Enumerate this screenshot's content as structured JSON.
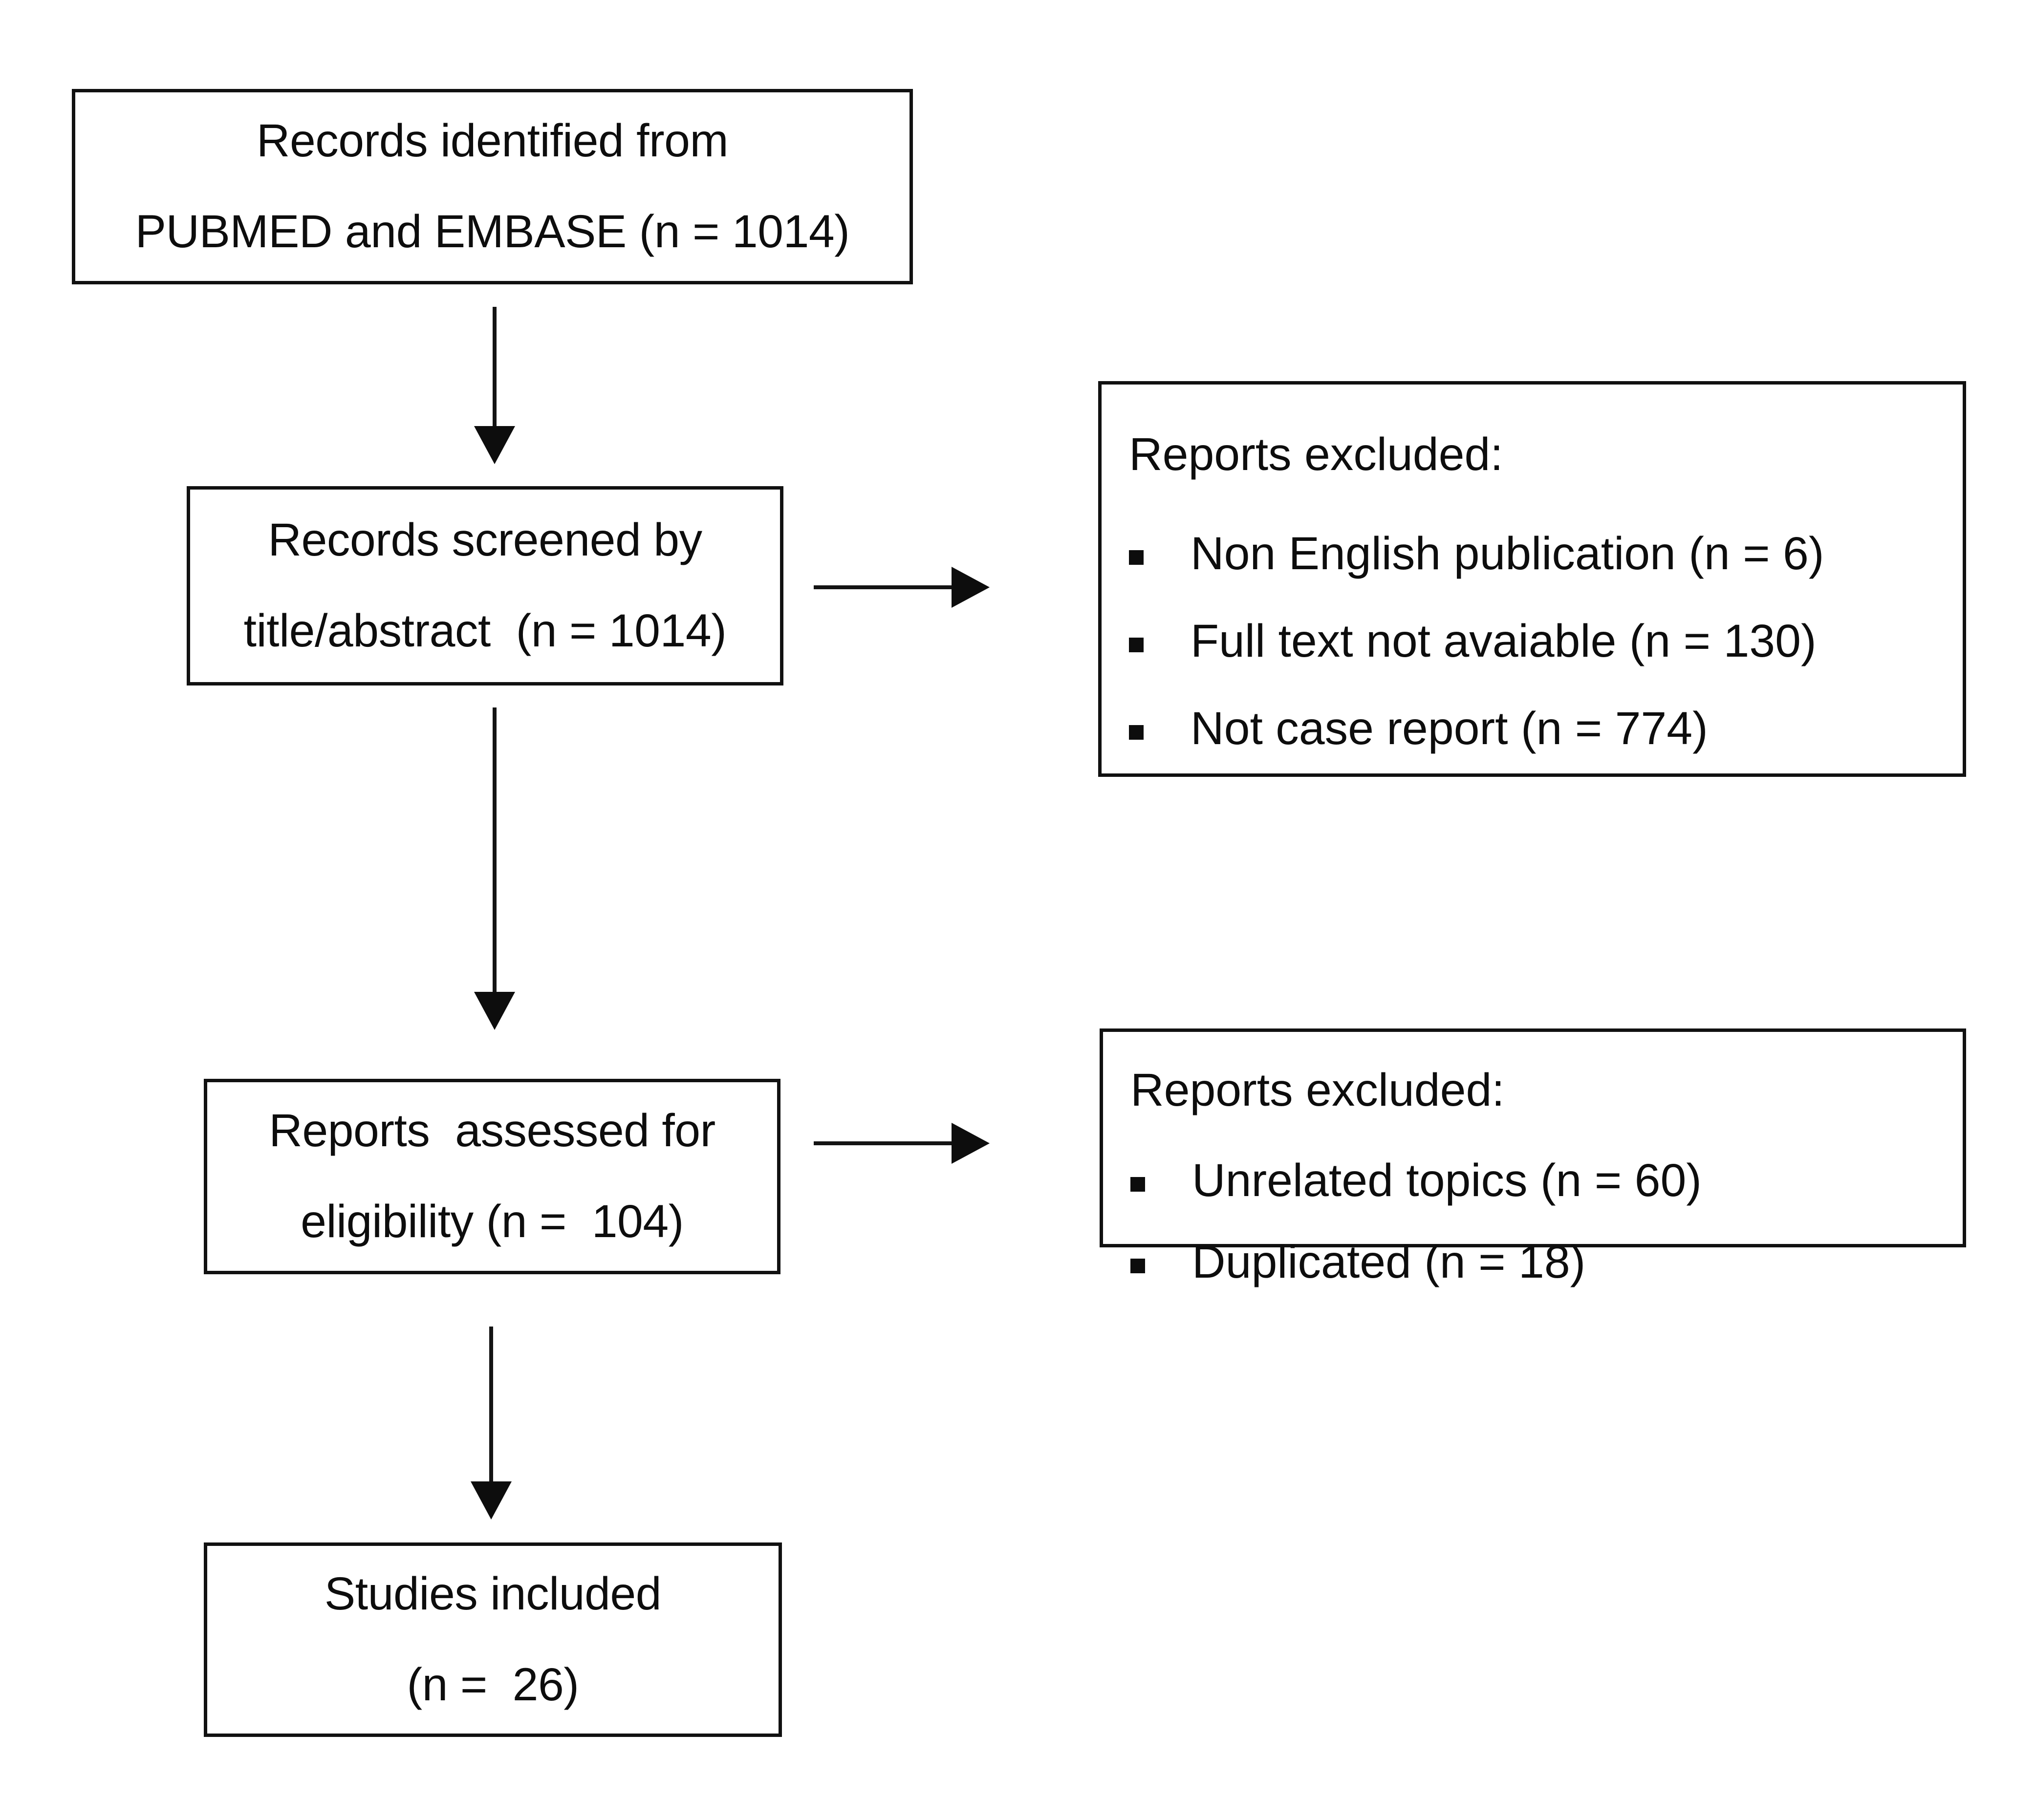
{
  "diagram": {
    "type": "prisma-flow-diagram",
    "boxes": {
      "identified": {
        "line1": "Records identified from",
        "line2": "PUBMED and EMBASE (n = 1014)"
      },
      "screened": {
        "line1": "Records screened by",
        "line2": "title/abstract  (n = 1014)"
      },
      "eligibility": {
        "line1": "Reports  assessed for",
        "line2": "eligibility (n =  104)"
      },
      "included": {
        "line1": "Studies included",
        "line2": "(n =  26)"
      }
    },
    "excluded_screening": {
      "title": "Reports excluded:",
      "items": [
        "Non English publication (n = 6)",
        "Full text not avaiable (n = 130)",
        "Not case report (n = 774)"
      ]
    },
    "excluded_eligibility": {
      "title": "Reports excluded:",
      "items": [
        "Unrelated topics (n = 60)",
        "Duplicated (n = 18)"
      ]
    },
    "colors": {
      "border": "#111111",
      "text": "#0d0d0d",
      "arrow": "#141414",
      "background": "#ffffff"
    }
  }
}
